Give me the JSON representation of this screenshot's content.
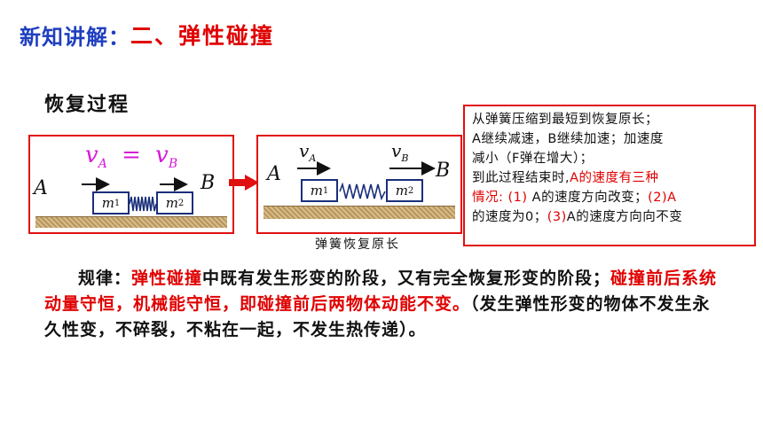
{
  "header": {
    "prefix": "新知讲解：",
    "title": "二、弹性碰撞"
  },
  "section": {
    "heading": "恢复过程"
  },
  "diagram_left": {
    "equation_lhs": "v",
    "equation_lhs_sub": "A",
    "equation_op": "=",
    "equation_rhs": "v",
    "equation_rhs_sub": "B",
    "label_a": "A",
    "label_b": "B",
    "block1": "m",
    "block1_sub": "1",
    "block2": "m",
    "block2_sub": "2"
  },
  "diagram_right": {
    "label_a": "A",
    "label_b": "B",
    "vel_a": "v",
    "vel_a_sub": "A",
    "vel_b": "v",
    "vel_b_sub": "B",
    "block1": "m",
    "block1_sub": "1",
    "block2": "m",
    "block2_sub": "2",
    "caption": "弹簧恢复原长"
  },
  "explain": {
    "line1": "从弹簧压缩到最短到恢复原长；",
    "line2": "A继续减速，B继续加速；加速度",
    "line3": "减小（F弹在增大）；",
    "line4_black": "到此过程结束时,",
    "line4_red": "A的速度有三种",
    "line5_red": "情况: (1)",
    "line5_black_a": " A的速度方向改变；",
    "line5_red_b": "(2)A",
    "line6_black_a": "的速度为0；",
    "line6_red": "(3)",
    "line6_black_b": "A的速度方向向不变"
  },
  "rule": {
    "prefix": "规律：",
    "red1": "弹性碰撞",
    "black1": "中既有发生形变的阶段，又有完全恢复形变的阶段；",
    "red2": "碰撞前后系统动量守恒，机械能守恒，即碰撞前后两物体动能不变。",
    "black2": "（发生弹性形变的物体不发生永久性变，不碎裂，不粘在一起，不发生热传递）。"
  },
  "colors": {
    "title_blue": "#1f3fbf",
    "title_red": "#e00000",
    "panel_border": "#e01010",
    "equation_magenta": "#d61ad6",
    "spring_blue": "#1a2f7a"
  }
}
